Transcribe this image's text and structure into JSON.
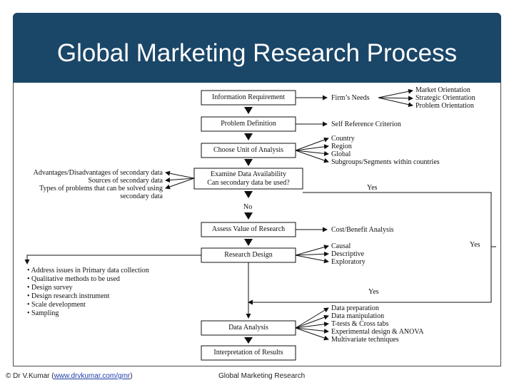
{
  "title": "Global Marketing Research Process",
  "steps": [
    {
      "label": "Information Requirement"
    },
    {
      "label": "Problem Definition"
    },
    {
      "label": "Choose Unit of Analysis"
    },
    {
      "label": "Examine Data Availability",
      "sublabel": "Can secondary data be used?"
    },
    {
      "label": "Assess Value of Research"
    },
    {
      "label": "Research Design"
    },
    {
      "label": "Data Analysis"
    },
    {
      "label": "Interpretation of Results"
    }
  ],
  "firms_needs": {
    "label": "Firm’s Needs",
    "items": [
      "Market Orientation",
      "Strategic Orientation",
      "Problem Orientation"
    ]
  },
  "self_reference": "Self Reference Criterion",
  "units": [
    "Country",
    "Region",
    "Global",
    "Subgroups/Segments within countries"
  ],
  "secondary_data": [
    "Advantages/Disadvantages of secondary data",
    "Sources of secondary data",
    "Types of problems that can be solved using",
    "secondary data"
  ],
  "decisions": {
    "yes": "Yes",
    "no": "No"
  },
  "cost_benefit": "Cost/Benefit Analysis",
  "design_types": [
    "Causal",
    "Descriptive",
    "Exploratory"
  ],
  "primary_items": [
    "Address issues in Primary data collection",
    "Qualitative methods to be used",
    "Design survey",
    "Design research instrument",
    "Scale development",
    "Sampling"
  ],
  "analysis_items": [
    "Data preparation",
    "Data manipulation",
    "T-tests & Cross tabs",
    "Experimental design & ANOVA",
    "Multivariate techniques"
  ],
  "footer": {
    "copyright": "© Dr V.Kumar (",
    "url": "www.drvkumar.com/gmr",
    "copyright_close": ")",
    "center": "Global Marketing Research"
  }
}
